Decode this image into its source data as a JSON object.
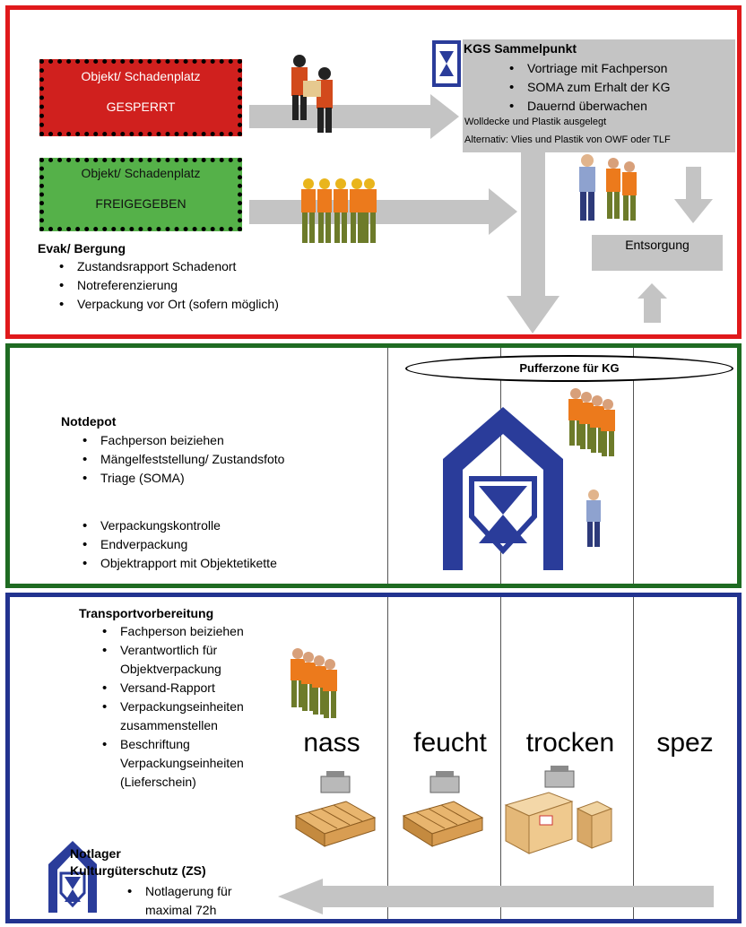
{
  "top": {
    "gesperrt_box": {
      "line1": "Objekt/ Schadenplatz",
      "line2": "GESPERRT"
    },
    "freigegeben_box": {
      "line1": "Objekt/ Schadenplatz",
      "line2": "FREIGEGEBEN"
    },
    "kgs": {
      "title": "KGS Sammelpunkt",
      "items": [
        "Vortriage mit Fachperson",
        "SOMA zum Erhalt der KG",
        "Dauernd überwachen"
      ],
      "note1": "Wolldecke und Plastik ausgelegt",
      "note2": "Alternativ: Vlies und Plastik von OWF oder TLF"
    },
    "entsorgung": "Entsorgung",
    "evak": {
      "title": "Evak/ Bergung",
      "items": [
        "Zustandsrapport Schadenort",
        "Notreferenzierung",
        "Verpackung vor Ort (sofern möglich)"
      ]
    }
  },
  "middle": {
    "pufferzone": "Pufferzone für KG",
    "notdepot": {
      "title": "Notdepot",
      "items1": [
        "Fachperson beiziehen",
        "Mängelfeststellung/ Zustandsfoto",
        "Triage (SOMA)"
      ],
      "items2": [
        "Verpackungskontrolle",
        "Endverpackung",
        "Objektrapport mit Objektetikette"
      ]
    }
  },
  "bottom": {
    "transport": {
      "title": "Transportvorbereitung",
      "items": [
        "Fachperson beiziehen",
        "Verantwortlich für Objektverpackung",
        "Versand-Rapport",
        "Verpackungseinheiten zusammenstellen",
        "Beschriftung Verpackungseinheiten (Lieferschein)"
      ]
    },
    "categories": [
      "nass",
      "feucht",
      "trocken",
      "spez"
    ],
    "notlager": {
      "title1": "Notlager",
      "title2": "Kulturgüterschutz (ZS)",
      "items": [
        "Notlagerung für maximal 72h"
      ]
    }
  },
  "colors": {
    "top_border": "#e0191b",
    "mid_border": "#1f6b22",
    "bot_border": "#22338f",
    "gesperrt": "#d0201e",
    "freigegeben": "#55b149",
    "arrow": "#c4c4c4",
    "kgs_blue": "#2a3c9a"
  },
  "icons": [
    "kgs-shield-icon",
    "firefighter-icon",
    "worker-icon",
    "person-icon",
    "pallet-icon",
    "box-icon",
    "tool-case-icon"
  ]
}
